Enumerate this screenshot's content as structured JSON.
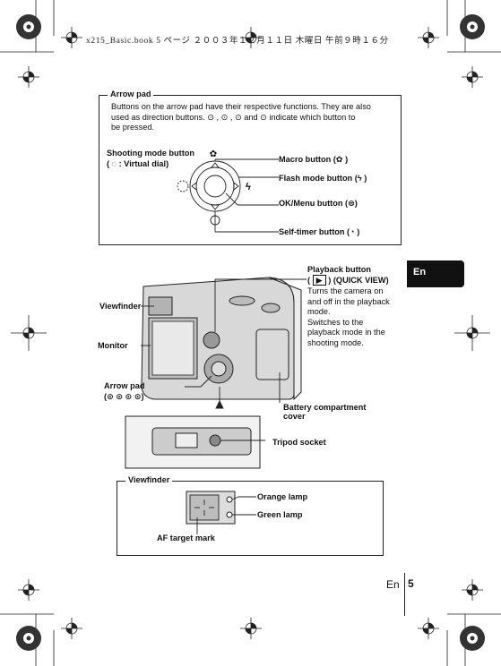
{
  "header_line": "x215_Basic.book  5 ページ  ２００３年１２月１１日  木曜日  午前９時１６分",
  "arrow_pad_section": {
    "title": "Arrow pad",
    "description_1": "Buttons on the arrow pad have their respective functions. They are also",
    "description_2a": "used as direction buttons.",
    "description_2b": "and",
    "description_2c": "indicate which button to",
    "description_3": "be pressed.",
    "shooting_mode_button": "Shooting mode button",
    "virtual_dial": ": Virtual dial)",
    "macro_button": "Macro button (",
    "flash_mode_button": "Flash mode button (",
    "ok_menu_button": "OK/Menu button (",
    "self_timer_button": "Self-timer button (",
    "close_paren": ")"
  },
  "camera_section": {
    "viewfinder": "Viewfinder",
    "monitor": "Monitor",
    "arrow_pad": "Arrow pad",
    "playback_button": "Playback button",
    "quick_view": ") (QUICK VIEW)",
    "playback_desc": [
      "Turns the camera on",
      "and off in the playback",
      "mode.",
      "Switches to the",
      "playback mode in the",
      "shooting mode."
    ],
    "battery_cover_1": "Battery compartment",
    "battery_cover_2": "cover",
    "tripod_socket": "Tripod socket"
  },
  "viewfinder_section": {
    "title": "Viewfinder",
    "orange_lamp": "Orange lamp",
    "green_lamp": "Green lamp",
    "af_target_mark": "AF target mark"
  },
  "side_tab": "En",
  "footer": {
    "lang": "En",
    "page": "5"
  },
  "icons": [
    "registration-mark-icon",
    "starburst-icon",
    "macro-icon",
    "flash-icon",
    "ok-menu-icon",
    "self-timer-icon",
    "playback-icon",
    "virtual-dial-icon"
  ]
}
